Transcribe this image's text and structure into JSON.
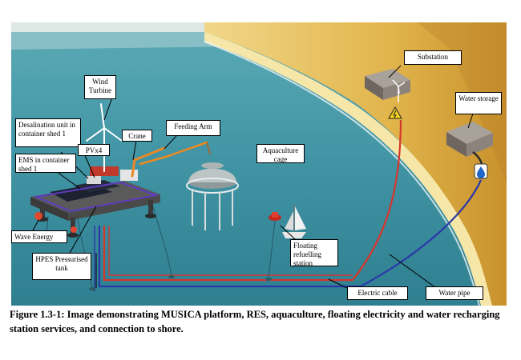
{
  "labels": {
    "wind_turbine": "Wind Turbine",
    "desalination": "Desalination unit in container shed 1",
    "pvx4": "PVx4",
    "crane": "Crane",
    "feeding_arm": "Feeding Arm",
    "ems": "EMS in container shed 1",
    "aquaculture": "Aquaculture cage",
    "wave_energy": "Wave Energy",
    "hpes": "HPES Pressurised tank",
    "floating_refuelling": "Floating refuelling station",
    "electric_cable": "Electric cable",
    "water_pipe": "Water pipe",
    "substation": "Substation",
    "water_storage": "Water storage"
  },
  "caption": "Figure 1.3-1: Image demonstrating MUSICA platform, RES, aquaculture, floating electricity and water recharging station services, and connection to shore.",
  "colors": {
    "sea": "#3f93a3",
    "sea_light": "#6fb7c0",
    "sky": "#dfe9e6",
    "cliff": "#e0b24a",
    "beach": "#f3e3a0",
    "electric_cable": "#d6362c",
    "water_pipe": "#2b37a8"
  },
  "icons": [
    "warning-electric-icon",
    "water-drop-icon"
  ]
}
